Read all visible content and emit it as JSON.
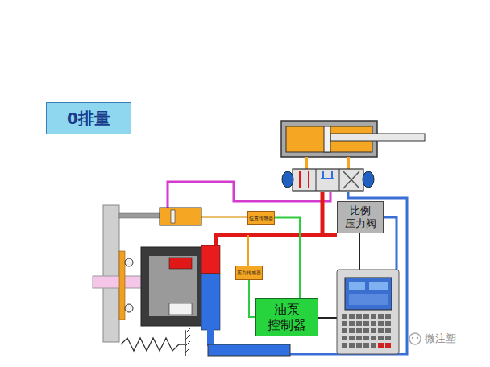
{
  "diagram": {
    "title": "0排量",
    "nodes": [
      {
        "text": [
          "位置传感器"
        ]
      },
      {
        "text": [
          "比例 压力阀"
        ]
      },
      {
        "text": [
          "压力传感器"
        ]
      },
      {
        "text": [
          "油泵 控制器"
        ]
      }
    ],
    "edges": [
      {
        "from": 0,
        "to": 3,
        "arrow": "none"
      },
      {
        "from": 2,
        "to": 3,
        "arrow": "none"
      }
    ],
    "labels": [
      "微注塑"
    ]
  }
}
